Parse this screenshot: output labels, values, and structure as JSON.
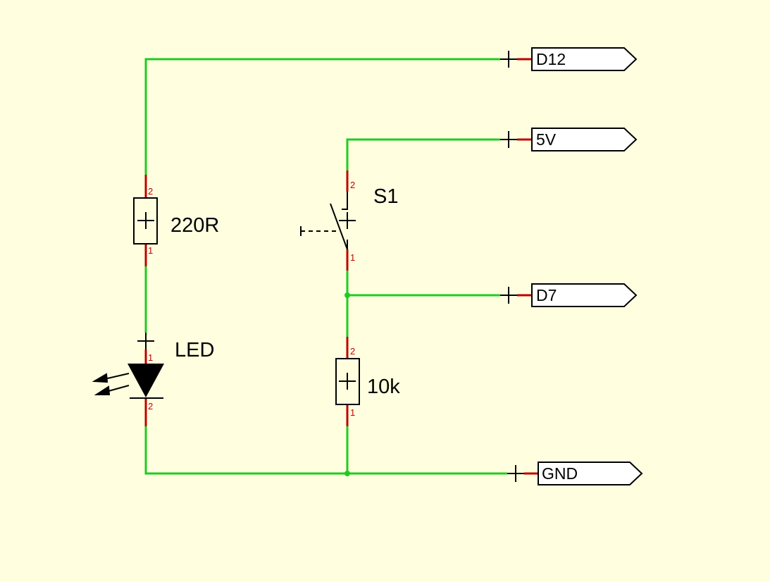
{
  "colors": {
    "background": "#ffffe0",
    "wire": "#1fcc1f",
    "pin_lead": "#c00000",
    "symbol": "#000000"
  },
  "components": {
    "r1": {
      "label": "220R",
      "pin_top": "2",
      "pin_bottom": "1"
    },
    "led": {
      "label": "LED",
      "pin_top": "1",
      "pin_bottom": "2"
    },
    "s1": {
      "label": "S1",
      "pin_top": "2",
      "pin_bottom": "1"
    },
    "r2": {
      "label": "10k",
      "pin_top": "2",
      "pin_bottom": "1"
    }
  },
  "ports": {
    "d12": "D12",
    "v5": "5V",
    "d7": "D7",
    "gnd": "GND"
  }
}
